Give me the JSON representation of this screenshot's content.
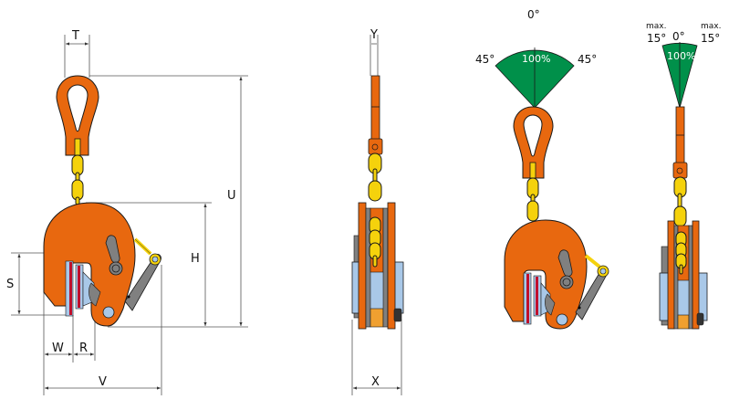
{
  "colors": {
    "body_orange": "#E8680F",
    "chain_yellow": "#F5D20C",
    "lever_gray": "#808080",
    "pad_blue": "#A9C8E8",
    "pad_red": "#C0102C",
    "sector_green": "#00904A",
    "outline": "#1a1a1a",
    "dim_line": "#555555",
    "insert_orange": "#F0A030"
  },
  "views": {
    "side": {
      "dimensions": {
        "T": "T",
        "U": "U",
        "H": "H",
        "S": "S",
        "W": "W",
        "R": "R",
        "V": "V"
      }
    },
    "front": {
      "dimensions": {
        "Y": "Y",
        "X": "X"
      }
    },
    "side_angle": {
      "center_angle": "0°",
      "left_angle": "45°",
      "right_angle": "45°",
      "capacity": "100%"
    },
    "front_angle": {
      "center_angle": "0°",
      "left_prefix": "max.",
      "left_angle": "15°",
      "right_prefix": "max.",
      "right_angle": "15°",
      "capacity": "100%"
    }
  }
}
